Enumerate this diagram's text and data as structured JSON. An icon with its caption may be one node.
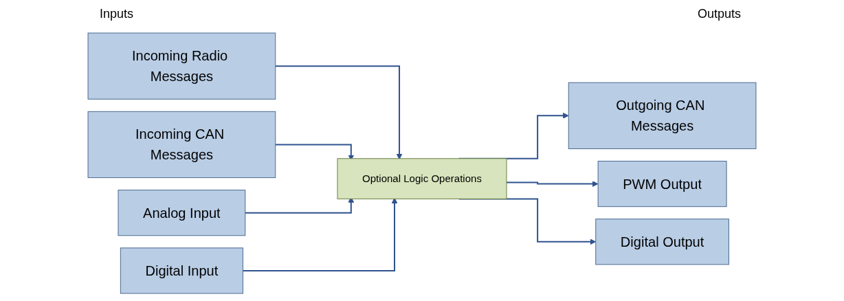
{
  "diagram": {
    "nodes": [
      {
        "text": [
          "Incoming Radio Messages"
        ]
      },
      {
        "text": [
          "Incoming CAN Messages"
        ]
      },
      {
        "text": [
          "Analog Input"
        ]
      },
      {
        "text": [
          "Digital Input"
        ]
      },
      {
        "text": [
          "Optional Logic Operations"
        ]
      },
      {
        "text": [
          "Outgoing CAN Messages"
        ]
      },
      {
        "text": [
          "PWM Output"
        ]
      },
      {
        "text": [
          "Digital Output"
        ]
      }
    ],
    "edges": [
      {
        "from": 0,
        "to": 4,
        "arrow": "to"
      },
      {
        "from": 1,
        "to": 4,
        "arrow": "to"
      },
      {
        "from": 2,
        "to": 4,
        "arrow": "to"
      },
      {
        "from": 3,
        "to": 4,
        "arrow": "to"
      },
      {
        "from": 4,
        "to": 5,
        "arrow": "to"
      },
      {
        "from": 4,
        "to": 6,
        "arrow": "to"
      },
      {
        "from": 4,
        "to": 7,
        "arrow": "to"
      }
    ],
    "labels": [
      "Inputs",
      "Outputs"
    ]
  }
}
